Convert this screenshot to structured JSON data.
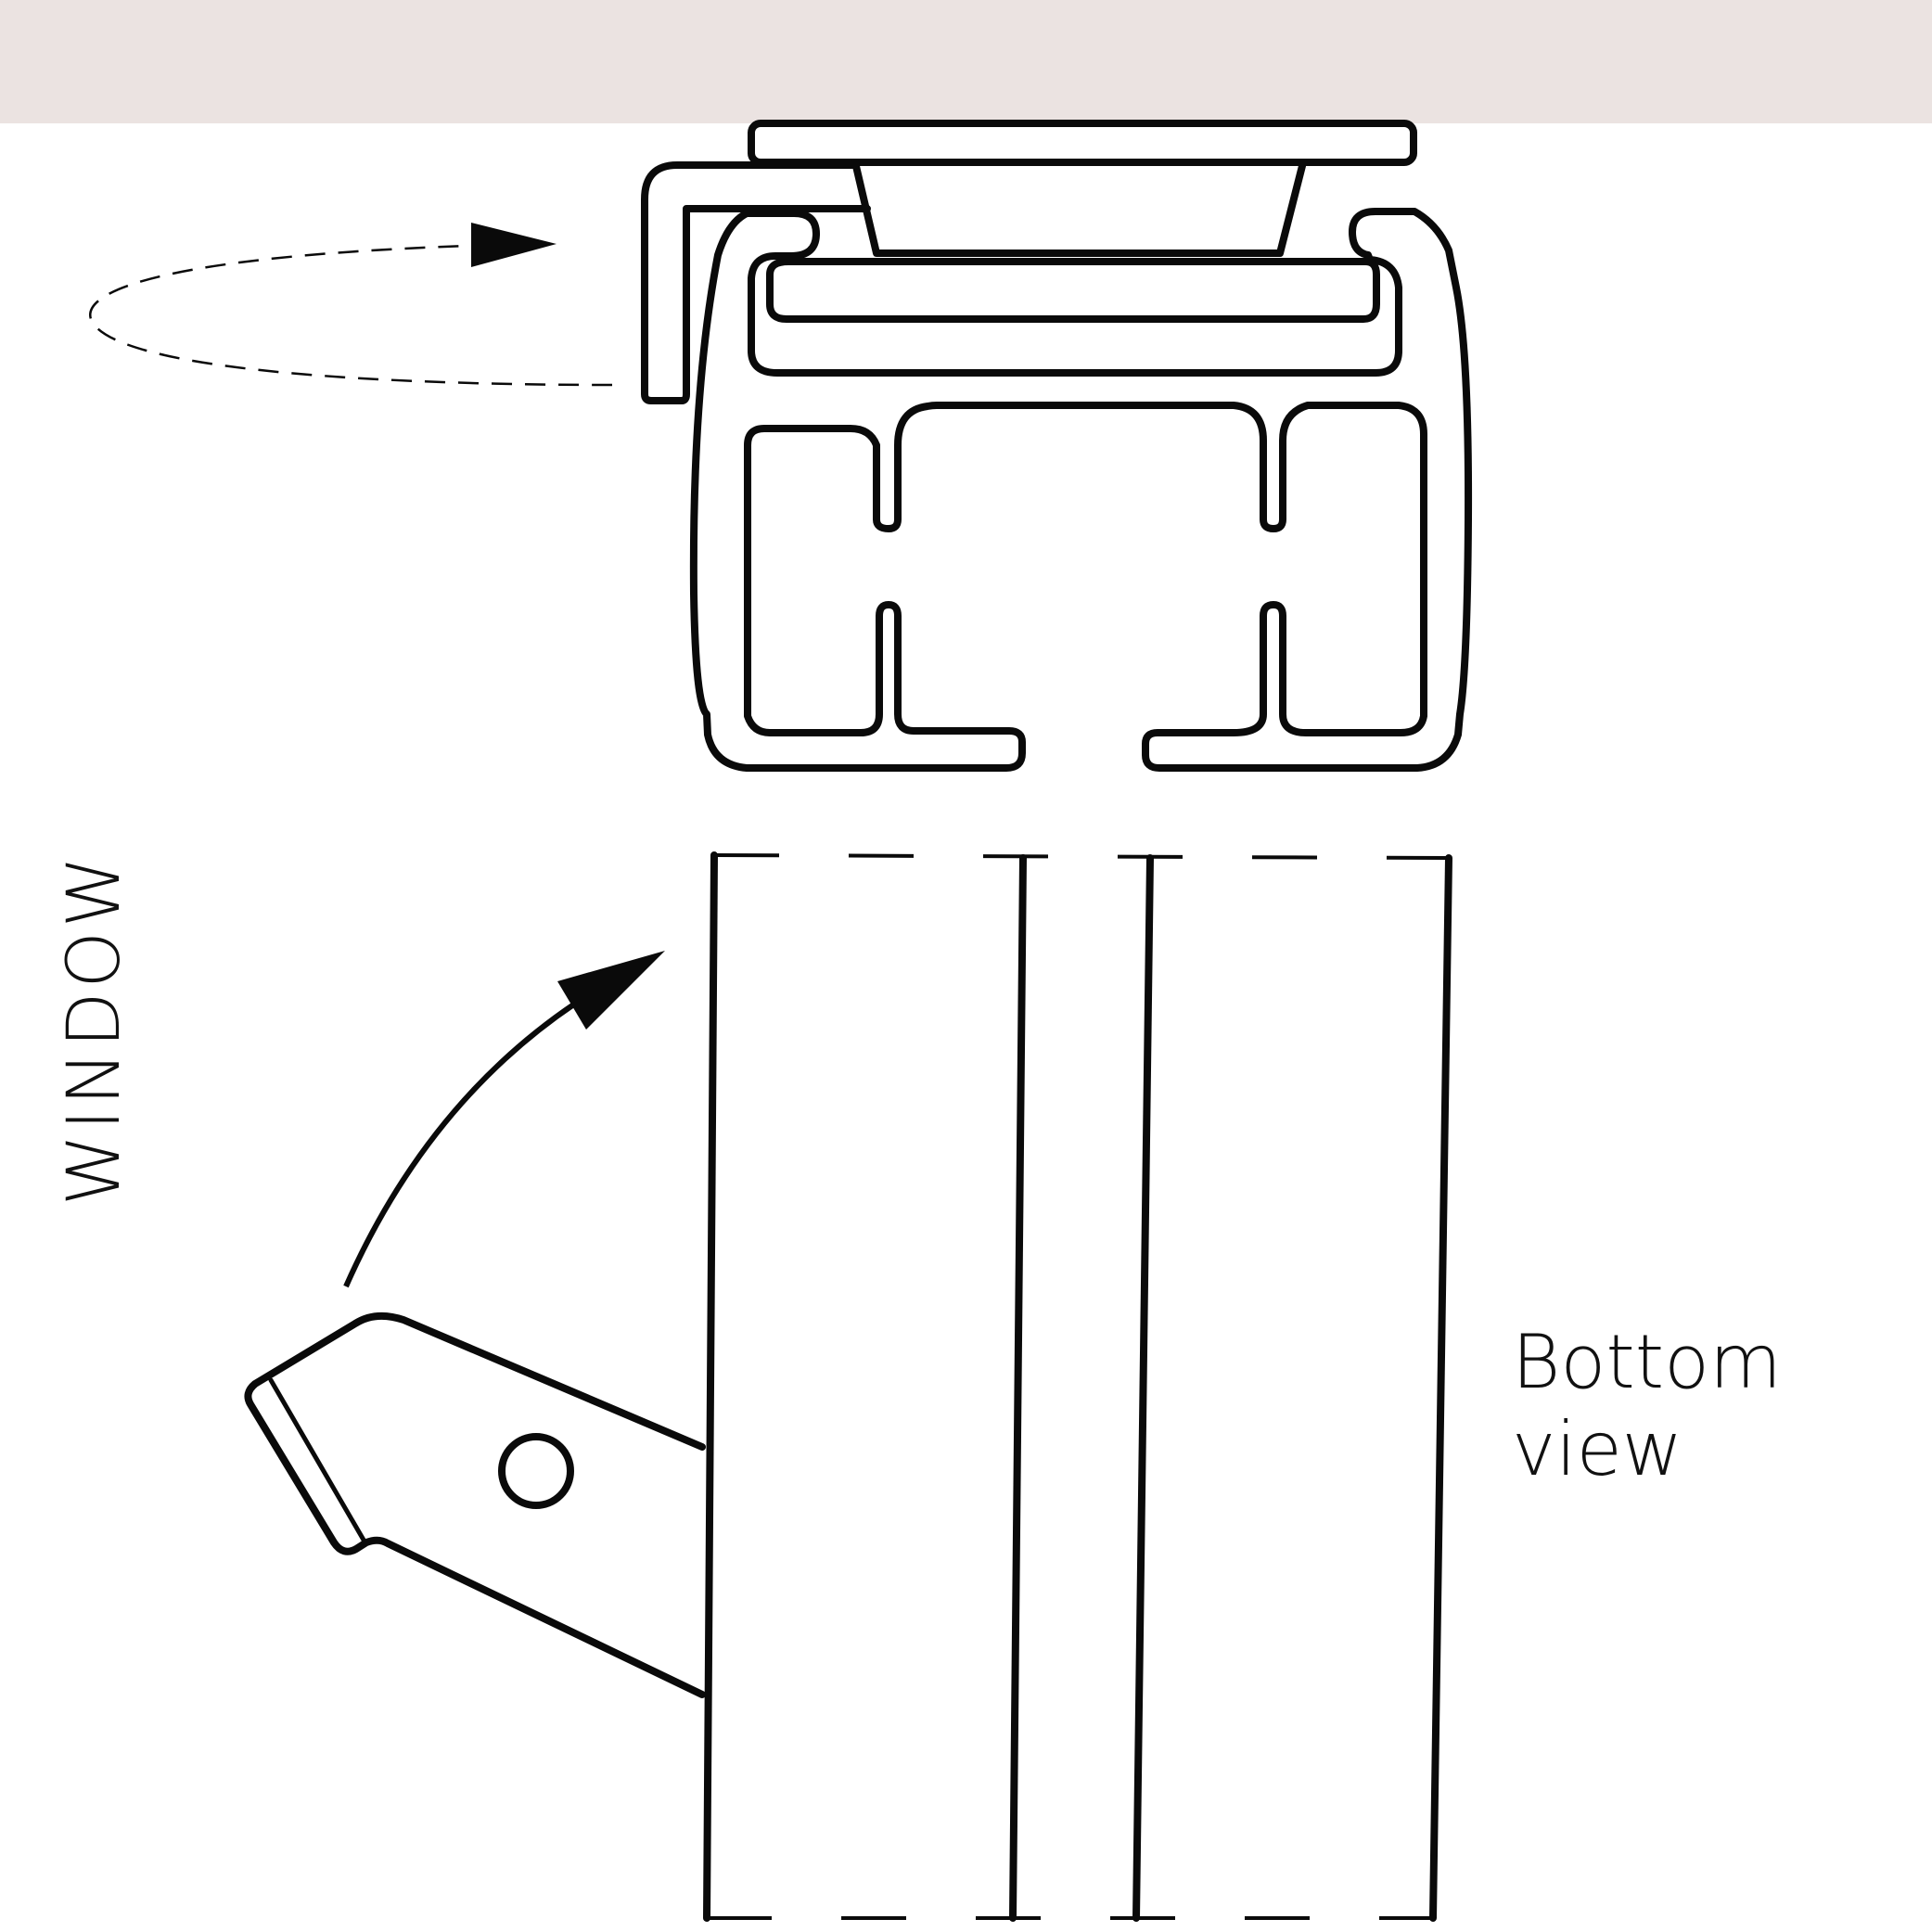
{
  "colors": {
    "ceiling": "#ebe3e1",
    "ink": "#0a0a0a",
    "background": "#ffffff"
  },
  "labels": {
    "window": "WINDOW",
    "view_line1": "Bottom",
    "view_line2": "view"
  }
}
